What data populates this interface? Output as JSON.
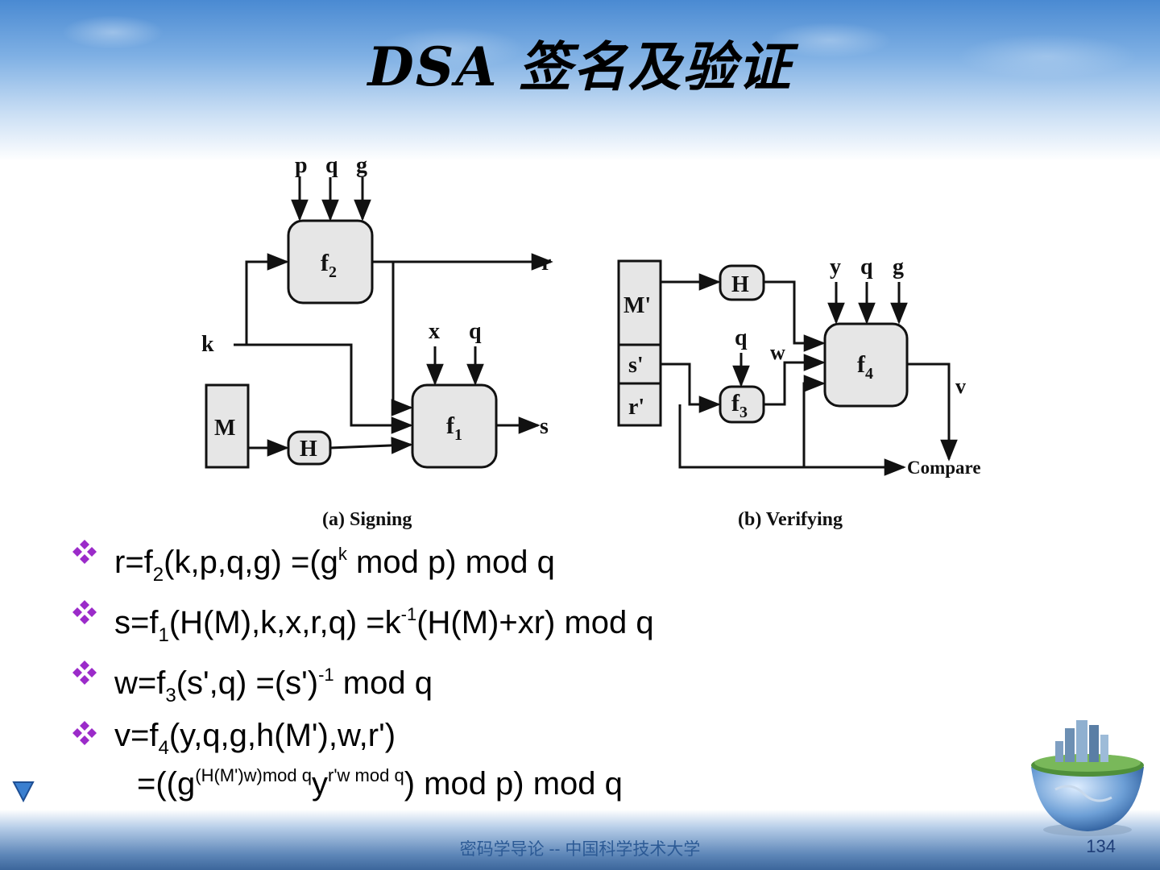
{
  "slide": {
    "title": "DSA 签名及验证",
    "footer": "密码学导论 -- 中国科学技术大学",
    "page_number": "134"
  },
  "figure": {
    "signing": {
      "caption": "(a) Signing",
      "inputs_top": [
        "p",
        "q",
        "g"
      ],
      "f2_label": "f",
      "f2_sub": "2",
      "f1_label": "f",
      "f1_sub": "1",
      "k_label": "k",
      "x_label": "x",
      "q_label": "q",
      "M_label": "M",
      "H_label": "H",
      "r_out": "r",
      "s_out": "s"
    },
    "verifying": {
      "caption": "(b) Verifying",
      "inputs_top": [
        "y",
        "q",
        "g"
      ],
      "M_label": "M'",
      "s_label": "s'",
      "r_label": "r'",
      "H_label": "H",
      "q_label": "q",
      "w_label": "w",
      "f3_label": "f",
      "f3_sub": "3",
      "f4_label": "f",
      "f4_sub": "4",
      "v_label": "v",
      "compare_label": "Compare"
    }
  },
  "bullets": [
    {
      "lhs": "r=f",
      "sub": "2",
      "args": "(k,p,q,g) =(g",
      "sup": "k",
      "rest": " mod p) mod q"
    },
    {
      "lhs": "s=f",
      "sub": "1",
      "args": "(H(M),k,x,r,q) =k",
      "sup": "-1",
      "rest": "(H(M)+xr) mod q"
    },
    {
      "lhs": "w=f",
      "sub": "3",
      "args": "(s',q) =(s')",
      "sup": "-1",
      "rest": " mod q"
    },
    {
      "lhs": "v=f",
      "sub": "4",
      "args": "(y,q,g,h(M'),w,r')",
      "sup": "",
      "rest": ""
    }
  ],
  "continuation": {
    "a": "=((g",
    "sup1": "(H(M')w)mod q",
    "b": "y",
    "sup2": "r'w mod q",
    "c": ") mod p) mod q"
  }
}
